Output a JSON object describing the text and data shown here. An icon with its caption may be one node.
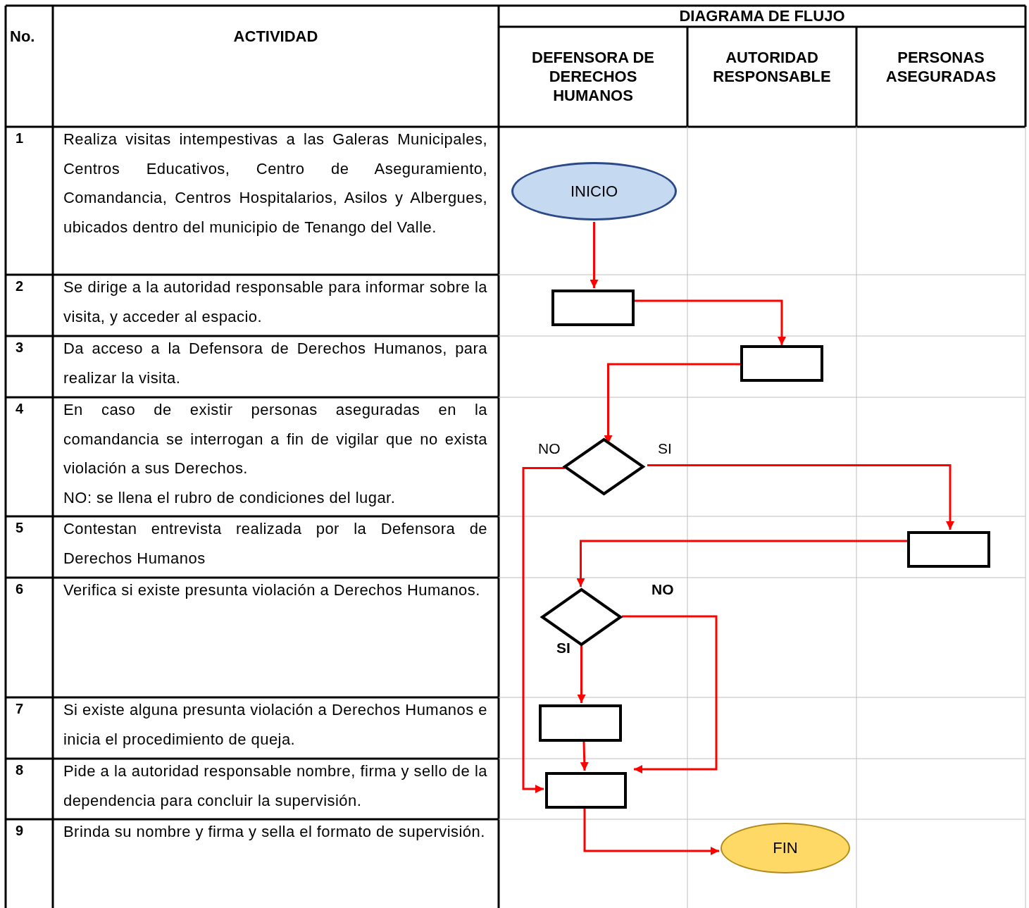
{
  "diagram": {
    "nodes": [
      {
        "text": [
          "INICIO"
        ]
      },
      {
        "text": [],
        "shape": "box"
      },
      {
        "text": [],
        "shape": "box"
      },
      {
        "text": [],
        "shape": "diamond"
      },
      {
        "text": [],
        "shape": "box"
      },
      {
        "text": [],
        "shape": "diamond"
      },
      {
        "text": [],
        "shape": "box"
      },
      {
        "text": [],
        "shape": "box"
      },
      {
        "text": [
          "FIN"
        ]
      }
    ],
    "edges": [
      {
        "from": 0,
        "to": 1,
        "arrow": "to"
      },
      {
        "from": 1,
        "to": 2,
        "arrow": "to"
      },
      {
        "from": 2,
        "to": 3,
        "arrow": "to"
      },
      {
        "from": 3,
        "to": 4,
        "arrow": "to",
        "label": "SI"
      },
      {
        "from": 3,
        "to": 7,
        "arrow": "to",
        "label": "NO"
      },
      {
        "from": 4,
        "to": 5,
        "arrow": "to"
      },
      {
        "from": 5,
        "to": 6,
        "arrow": "to",
        "label": "SI"
      },
      {
        "from": 5,
        "to": 7,
        "arrow": "to",
        "label": "NO"
      },
      {
        "from": 6,
        "to": 7,
        "arrow": "to"
      },
      {
        "from": 7,
        "to": 8,
        "arrow": "to"
      }
    ],
    "labels": [
      "No.",
      "ACTIVIDAD",
      "DIAGRAMA DE FLUJO",
      "DEFENSORA DE DERECHOS HUMANOS",
      "AUTORIDAD RESPONSABLE",
      "PERSONAS ASEGURADAS",
      "1",
      "Realiza visitas intempestivas a las Galeras Municipales, Centros Educativos, Centro de Aseguramiento, Comandancia, Centros Hospitalarios, Asilos y Albergues, ubicados dentro del municipio de Tenango del Valle.",
      "2",
      "Se dirige a la autoridad responsable para informar sobre la visita, y acceder al espacio.",
      "3",
      "Da acceso a la Defensora de Derechos Humanos, para realizar la visita.",
      "4",
      "En caso de existir personas aseguradas en la comandancia se interrogan a fin de vigilar que no exista violación a sus Derechos.",
      "NO: se llena el rubro de condiciones del lugar.",
      "5",
      "Contestan entrevista realizada por la Defensora de Derechos Humanos",
      "6",
      "Verifica si existe presunta violación a Derechos Humanos.",
      "7",
      "Si existe alguna presunta violación a Derechos Humanos e inicia el procedimiento de queja.",
      "8",
      "Pide a la autoridad responsable nombre, firma y sello de la dependencia para concluir la supervisión.",
      "9",
      "Brinda su nombre y firma y sella el formato de supervisión."
    ]
  }
}
